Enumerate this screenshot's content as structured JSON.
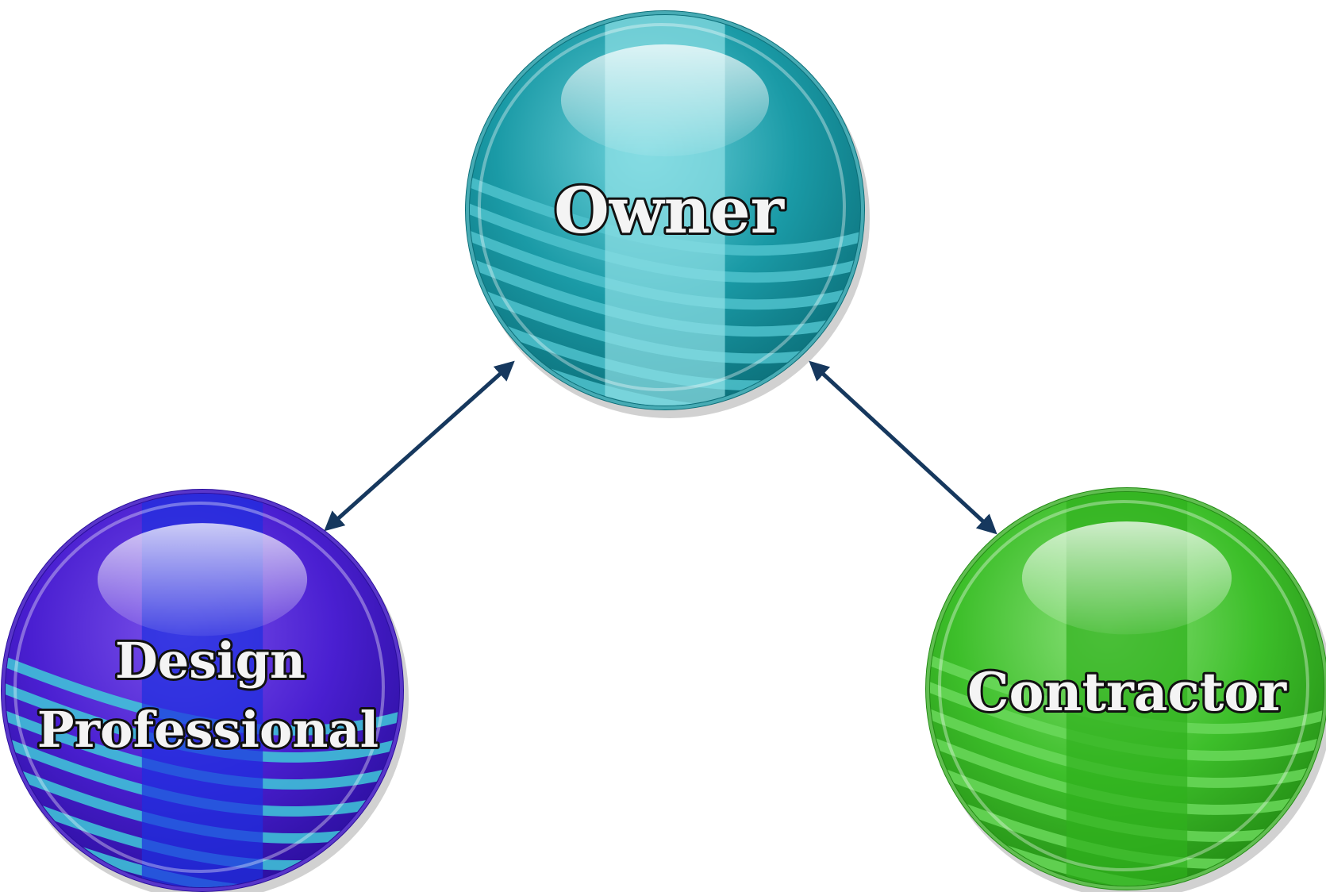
{
  "nodes": {
    "owner": {
      "lines": [
        "Owner"
      ],
      "colors": {
        "base": "#1a9aa6",
        "dark": "#0b6e78",
        "light": "#6fd3dc",
        "stripe": "#8fe0e6",
        "wave": "#4fc2cc"
      }
    },
    "design_professional": {
      "lines": [
        "Design",
        "Professional"
      ],
      "colors": {
        "base": "#4a1fd1",
        "dark": "#2a0e9c",
        "light": "#7a52ea",
        "stripe": "#1c2fe0",
        "wave": "#3fc9d8"
      }
    },
    "contractor": {
      "lines": [
        "Contractor"
      ],
      "colors": {
        "base": "#3dbf2a",
        "dark": "#238c14",
        "light": "#8be07a",
        "stripe": "#2fb01c",
        "wave": "#6ad85a"
      }
    }
  },
  "connections": [
    {
      "from": "owner",
      "to": "design_professional",
      "bidirectional": true
    },
    {
      "from": "owner",
      "to": "contractor",
      "bidirectional": true
    }
  ],
  "arrow_color": "#16385e"
}
